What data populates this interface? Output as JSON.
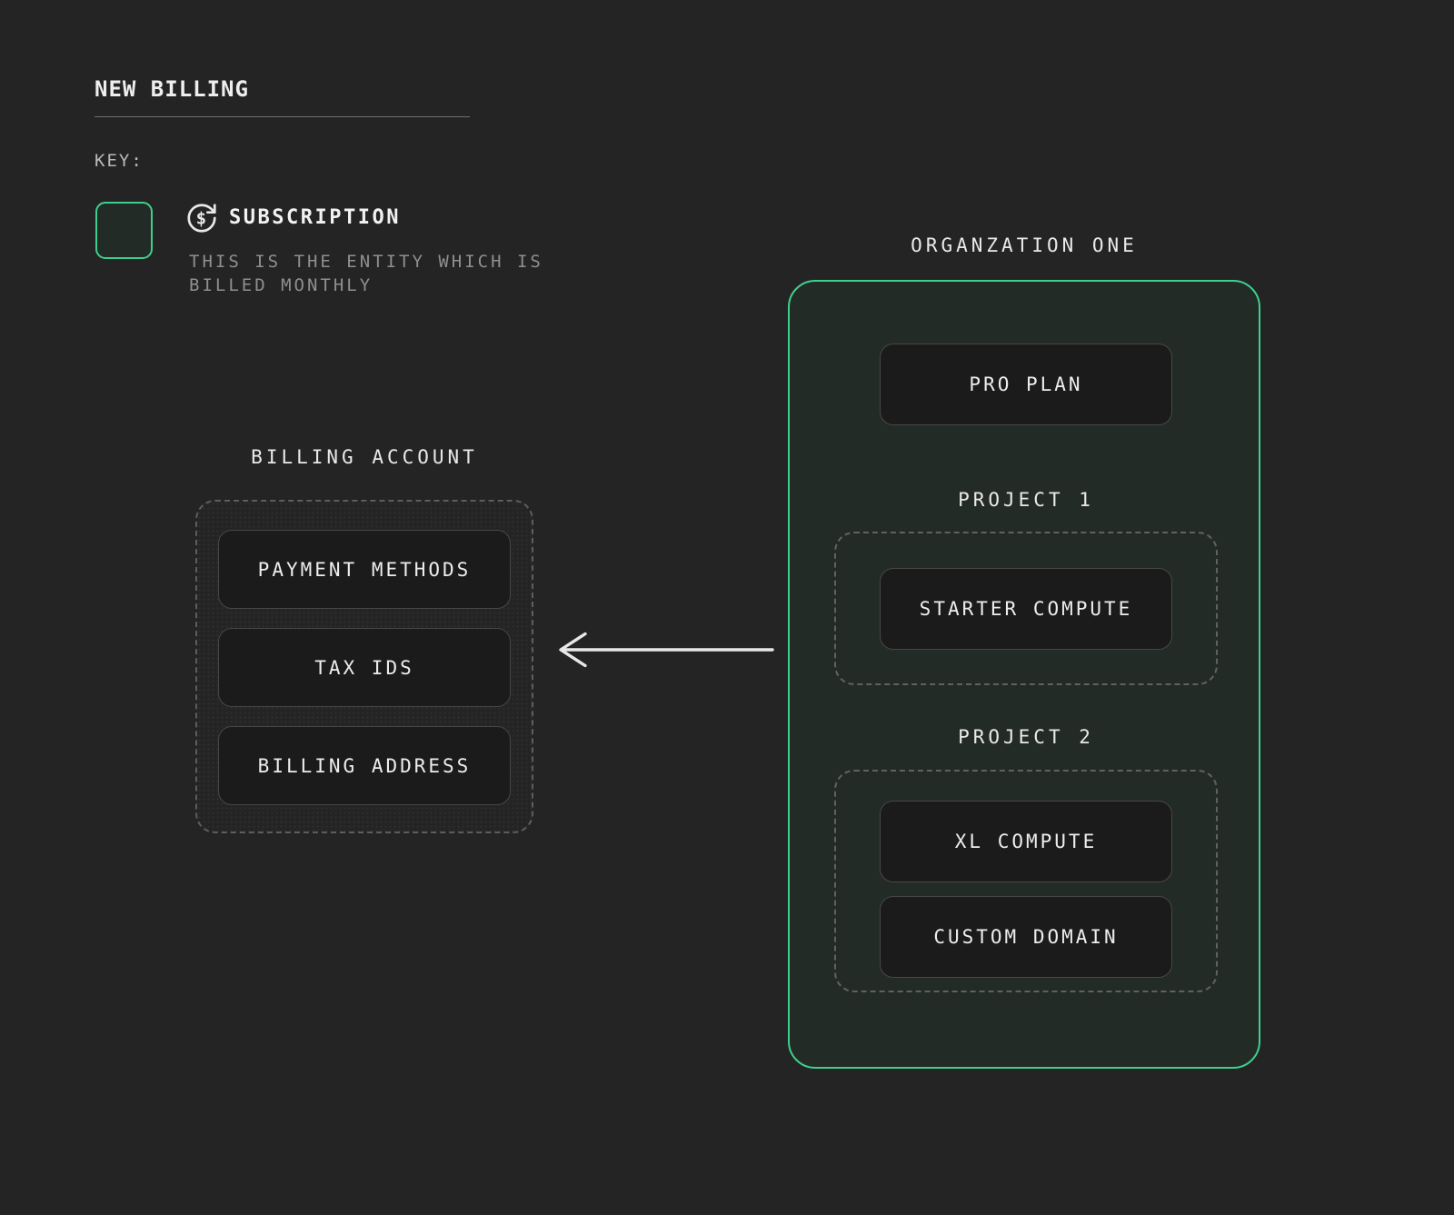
{
  "colors": {
    "background": "#242424",
    "accent_green": "#3ecf8e",
    "node_background": "#1b1b1b",
    "organization_background": "#232b26",
    "text_primary": "#ededed",
    "text_muted": "#8f8f8f",
    "dashed_border": "#5d5d5d"
  },
  "header": {
    "title": "NEW BILLING",
    "key_label": "KEY:"
  },
  "legend": {
    "icon": "recurring-dollar-icon",
    "term": "SUBSCRIPTION",
    "description": "THIS IS THE ENTITY WHICH IS BILLED MONTHLY"
  },
  "billing_account": {
    "title": "BILLING ACCOUNT",
    "items": [
      "PAYMENT METHODS",
      "TAX IDS",
      "BILLING ADDRESS"
    ]
  },
  "arrow": {
    "from": "ORGANZATION ONE",
    "to": "BILLING ACCOUNT",
    "direction": "left"
  },
  "organization": {
    "title": "ORGANZATION ONE",
    "plan": "PRO PLAN",
    "projects": [
      {
        "title": "PROJECT 1",
        "items": [
          "STARTER COMPUTE"
        ]
      },
      {
        "title": "PROJECT 2",
        "items": [
          "XL COMPUTE",
          "CUSTOM DOMAIN"
        ]
      }
    ]
  }
}
